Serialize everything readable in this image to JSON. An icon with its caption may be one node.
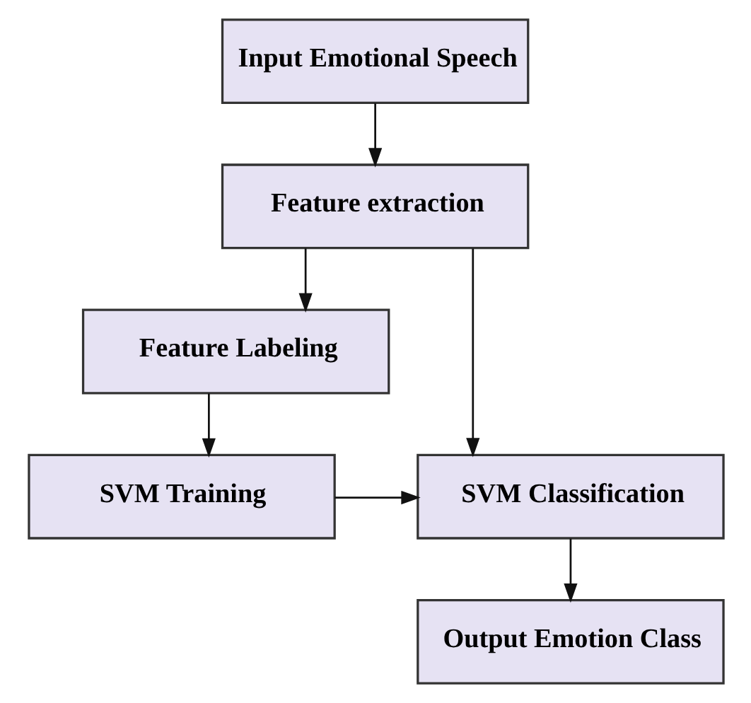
{
  "diagram": {
    "nodes": [
      {
        "text": [
          "Input Emotional Speech"
        ]
      },
      {
        "text": [
          "Feature extraction"
        ]
      },
      {
        "text": [
          "Feature Labeling"
        ]
      },
      {
        "text": [
          "SVM Training"
        ]
      },
      {
        "text": [
          "SVM Classification"
        ]
      },
      {
        "text": [
          "Output Emotion Class"
        ]
      }
    ],
    "edges": [
      {
        "from": 0,
        "to": 1,
        "arrow": "to"
      },
      {
        "from": 1,
        "to": 2,
        "arrow": "to"
      },
      {
        "from": 2,
        "to": 3,
        "arrow": "to"
      },
      {
        "from": 1,
        "to": 4,
        "arrow": "to"
      },
      {
        "from": 3,
        "to": 4,
        "arrow": "to"
      },
      {
        "from": 4,
        "to": 5,
        "arrow": "to"
      }
    ]
  }
}
